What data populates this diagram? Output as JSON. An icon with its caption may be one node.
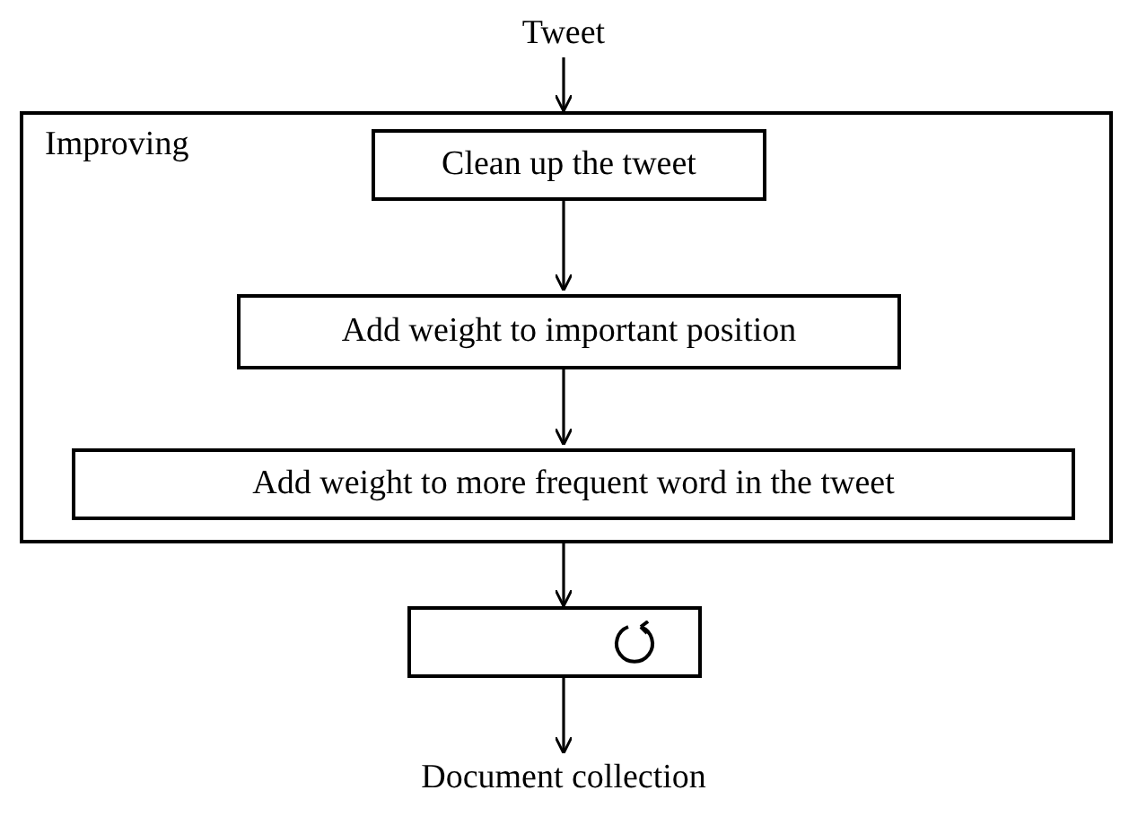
{
  "diagram": {
    "nodes": [
      {
        "text": [
          "Tweet"
        ]
      },
      {
        "text": [
          "Improving"
        ]
      },
      {
        "text": [
          "Clean up the tweet"
        ],
        "in": 1
      },
      {
        "text": [
          "Add weight to important position"
        ],
        "in": 1
      },
      {
        "text": [
          "Add weight to more frequent word in the tweet"
        ],
        "in": 1
      },
      {
        "text": [],
        "shape": "box"
      },
      {
        "text": [
          "Document collection"
        ]
      }
    ],
    "edges": [
      {
        "from": 0,
        "to": 1,
        "arrow": "to"
      },
      {
        "from": 2,
        "to": 3,
        "arrow": "to"
      },
      {
        "from": 3,
        "to": 4,
        "arrow": "to"
      },
      {
        "from": 1,
        "to": 5,
        "arrow": "to"
      },
      {
        "from": 5,
        "to": 6,
        "arrow": "to"
      }
    ]
  }
}
